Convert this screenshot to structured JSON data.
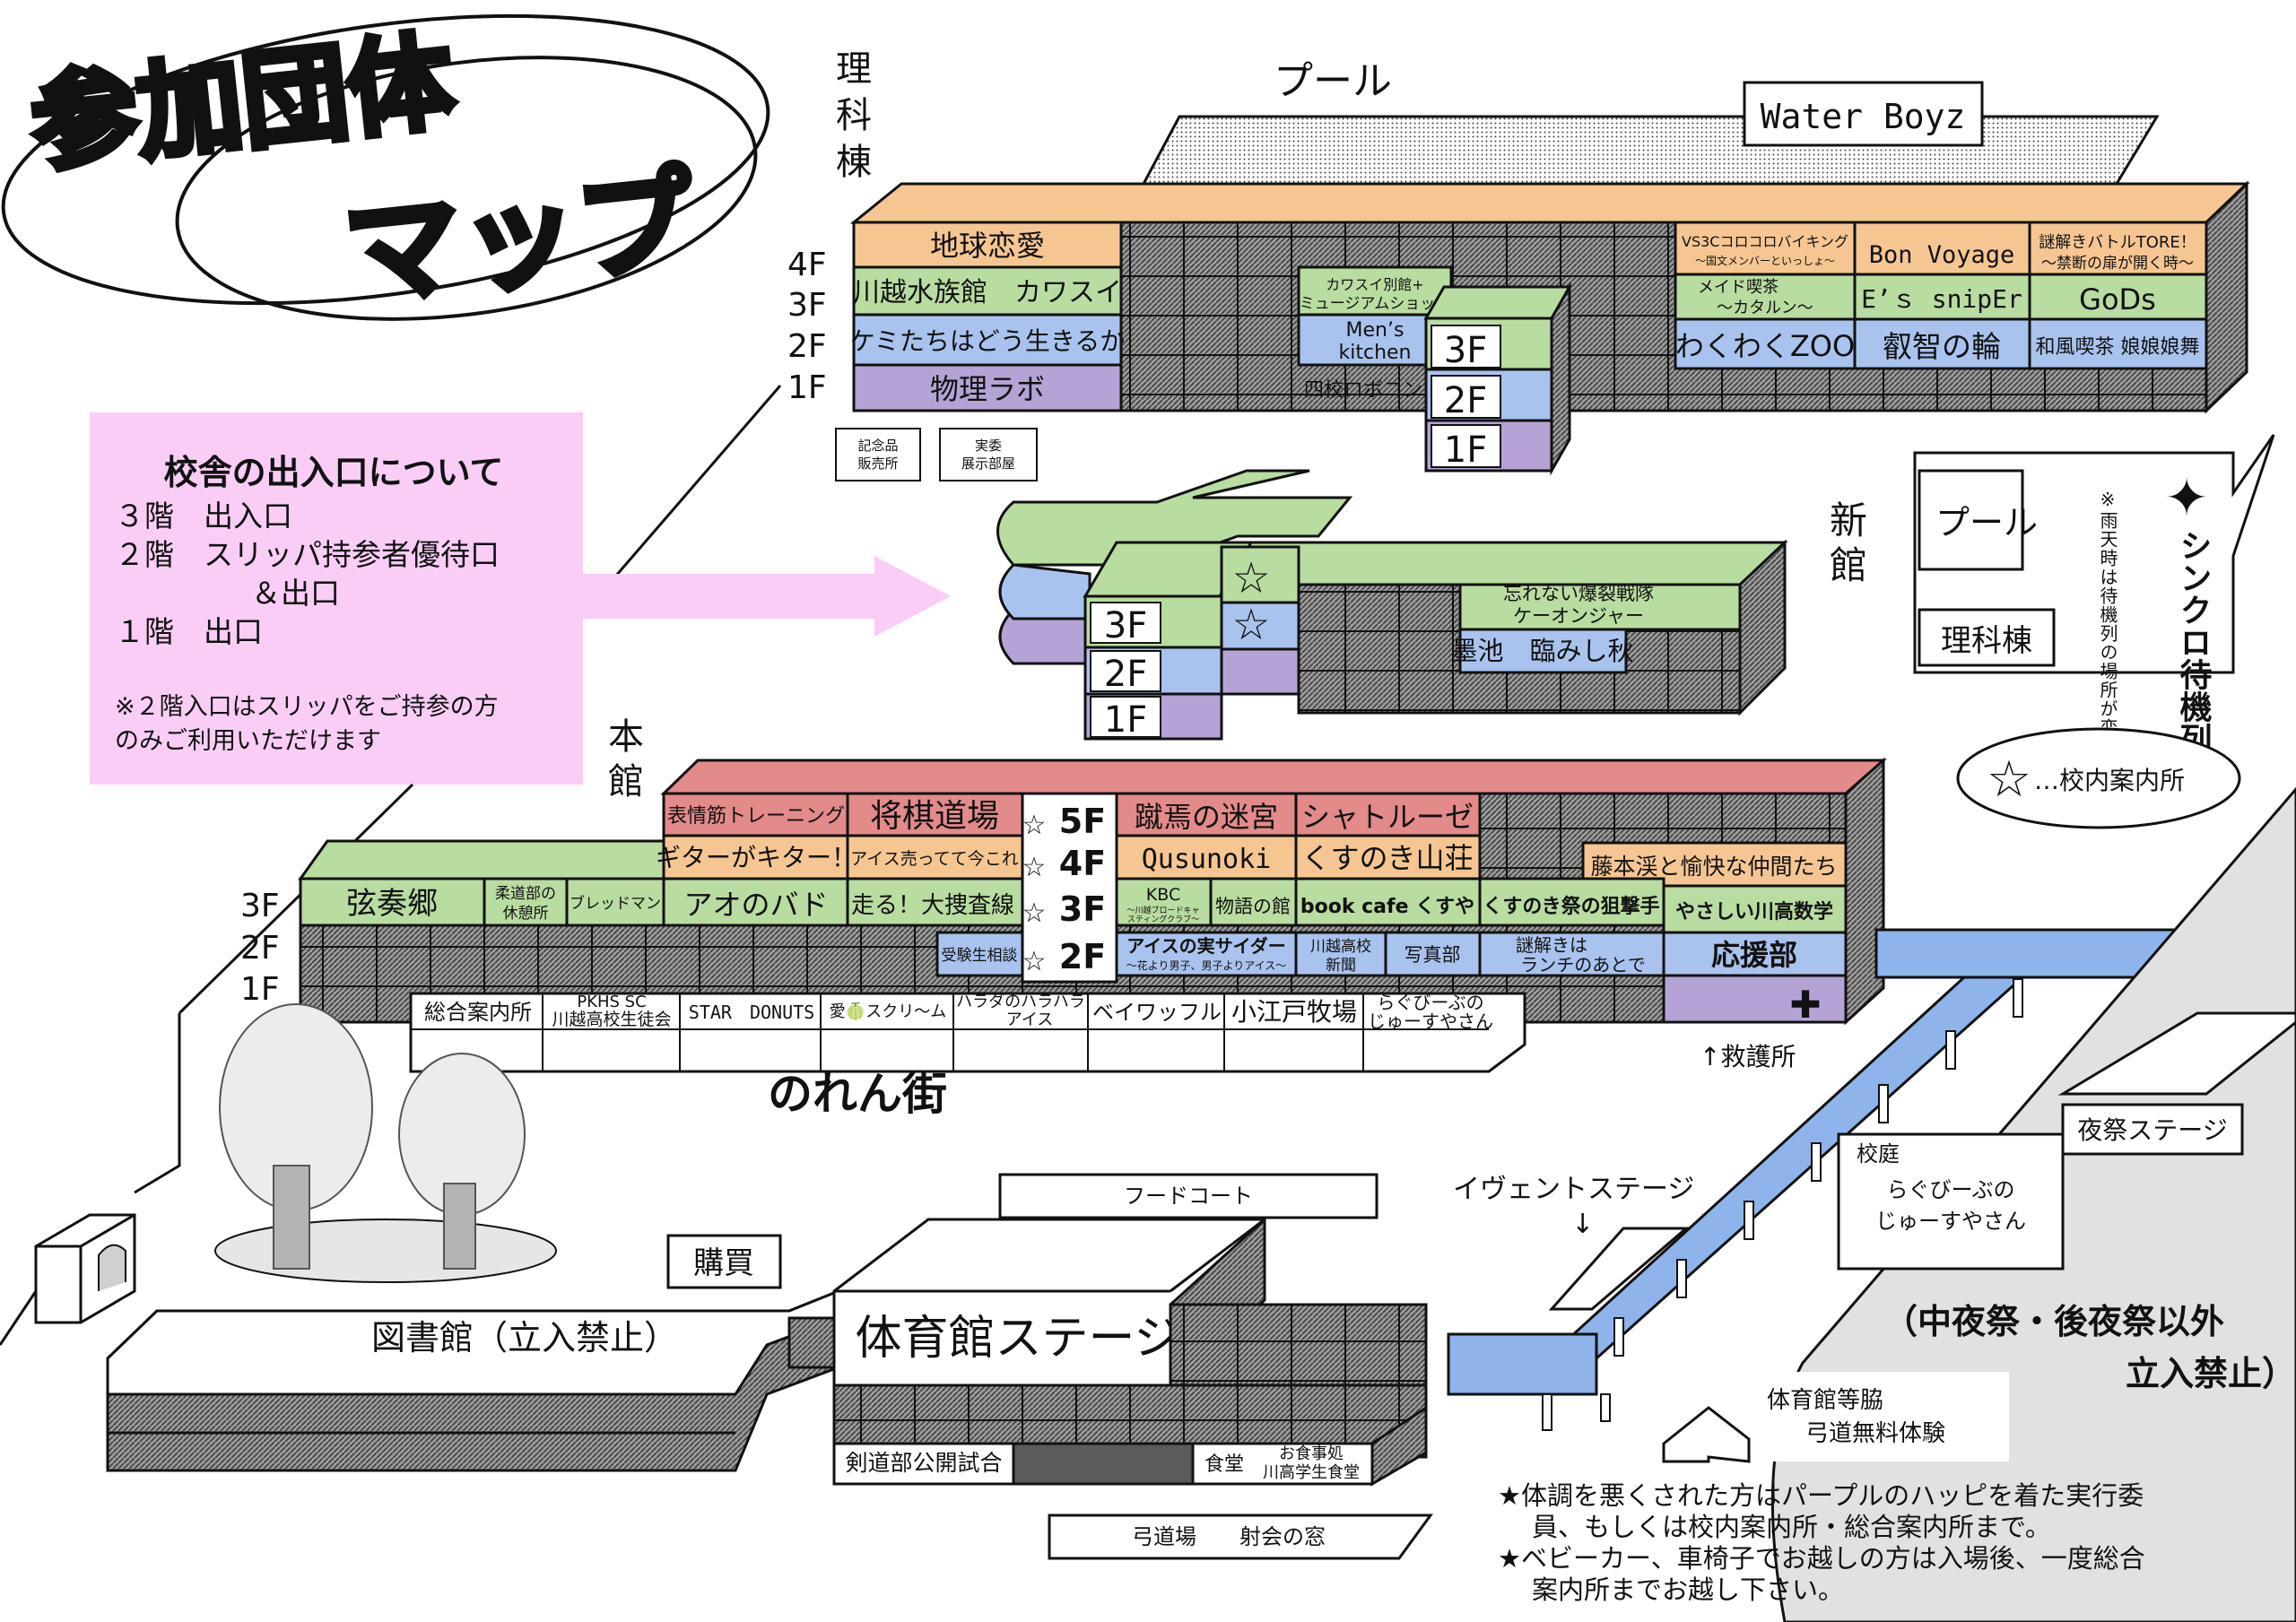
{
  "title": {
    "line1": "参加団体",
    "line2": "マップ"
  },
  "colors": {
    "floor5": "#e38a8a",
    "floor4": "#f6c692",
    "floor3": "#b9dca1",
    "floor2": "#a9c3ee",
    "floor1": "#b5a3d6",
    "pink_box": "#f9cdf6",
    "blue_path": "#8fb4ec",
    "red_cross": "#e51e1e",
    "hatch": "#6f6f6f",
    "dark_block": "#5b5b5b"
  },
  "labels": {
    "science": "理科棟",
    "pool": "プール",
    "new": "新館",
    "main": "本館",
    "water_boyz": "Water Boyz",
    "kinen": "記念品販売所",
    "jitsui": "実委展示部屋"
  },
  "floors": {
    "f5": "5F",
    "f4": "4F",
    "f3": "3F",
    "f2": "2F",
    "f1": "1F"
  },
  "science_bldg": {
    "r4a": "地球恋愛",
    "r3a": "川越水族館　カワスイ",
    "r2a": "ケミたちはどう生きるか",
    "r1a": "物理ラボ",
    "r3b1": "カワスイ別館+",
    "r3b2": "ミュージアムショップ",
    "r2b1": "Men’s",
    "r2b2": "kitchen",
    "r1b": "四校ロボコン",
    "r4c1": "VS3Cコロコロバイキング",
    "r4c2": "〜国文メンバーといっしょ〜",
    "r3c1": "メイド喫茶",
    "r3c2": "〜カタルン〜",
    "r2c": "わくわくZOO",
    "r4d": "Bon Voyage",
    "r3d": "E’ｓ snipEr",
    "r2d": "叡智の輪",
    "r4e1": "謎解きバトルTORE！",
    "r4e2": "〜禁断の扉が開く時〜",
    "r3e": "GoDs",
    "r2e": "和風喫茶 娘娘娘舞"
  },
  "new_bldg": {
    "r3a1": "忘れない爆裂戦隊",
    "r3a2": "ケーオンジャー",
    "r2a": "墨池　臨みし秋"
  },
  "entrance_box": {
    "title": "校舎の出入口について",
    "l1": "３階　出入口",
    "l2": "２階　スリッパ持参者優待口",
    "l3": "＆出口",
    "l4": "１階　出口",
    "n1": "※２階入口はスリッパをご持参の方",
    "n2": "のみご利用いただけます"
  },
  "sync": {
    "pool": "プール",
    "science": "理科棟",
    "note": "※雨天時は待機列の場所が変わります",
    "waiting": "シンクロ待機列"
  },
  "info_legend": "…校内案内所",
  "main_bldg": {
    "r5a": "表情筋トレーニング",
    "r5b": "将棋道場",
    "r5c": "蹴焉の迷宮",
    "r5d": "シャトルーゼ",
    "r4a": "ギターがキター！",
    "r4b": "アイス売ってて今これ",
    "r4c": "Qusunoki",
    "r4d": "くすのき山荘",
    "r4e": "藤本渓と愉快な仲間たち",
    "r3a": "弦奏郷",
    "r3b1": "柔道部の",
    "r3b2": "休憩所",
    "r3c": "ブレッドマン",
    "r3d": "アオのバド",
    "r3e": "走る！大捜査線",
    "r3f1": "KBC",
    "r3f2": "〜川越ブロードキャ",
    "r3f3": "スティングクラブ〜",
    "r3g": "物語の館",
    "r3h": "book cafe くすや",
    "r3i": "くすのき祭の狙撃手",
    "r3j": "やさしい川高数学",
    "r2a": "受験生相談",
    "r2b1": "アイスの実サイダー",
    "r2b2": "〜花より男子、男子よりアイス〜",
    "r2c1": "川越高校",
    "r2c2": "新聞",
    "r2d": "写真部",
    "r2e1": "謎解きは",
    "r2e2": "ランチのあとで",
    "r2f": "応援部"
  },
  "noren": {
    "title": "のれん街",
    "s1": "総合案内所",
    "s2a": "PKHS SC",
    "s2b": "川越高校生徒会",
    "s3": "STAR　DONUTS",
    "s4": "愛🍈スクリ〜ム",
    "s5a": "ハラダのハラハラ",
    "s5b": "アイス",
    "s6": "ベイワッフル",
    "s7": "小江戸牧場",
    "s8a": "らぐびーぶの",
    "s8b": "じゅーすやさん"
  },
  "first_aid": "↑救護所",
  "grounds": {
    "night_stage": "夜祭ステージ",
    "courtyard": "校庭",
    "rugby1": "らぐびーぶの",
    "rugby2": "じゅーすやさん",
    "nokeep1": "（中夜祭・後夜祭以外",
    "nokeep2": "立入禁止）",
    "event_stage": "イヴェントステージ",
    "event_arrow": "↓",
    "food_court": "フードコート",
    "purchase": "購買",
    "library": "図書館（立入禁止）",
    "gym_stage": "体育館ステージ",
    "kendo": "剣道部公開試合",
    "cafeteria": "食堂",
    "shokujidokoro1": "お食事処",
    "shokujidokoro2": "川高学生食堂",
    "kyudojo": "弓道場　　射会の窓",
    "kyudo1": "体育館等脇",
    "kyudo2": "弓道無料体験"
  },
  "notes": {
    "n1": "★体調を悪くされた方はパープルのハッピを着た実行委",
    "n2": "員、もしくは校内案内所・総合案内所まで。",
    "n3": "★ベビーカー、車椅子でお越しの方は入場後、一度総合",
    "n4": "案内所までお越し下さい。"
  }
}
